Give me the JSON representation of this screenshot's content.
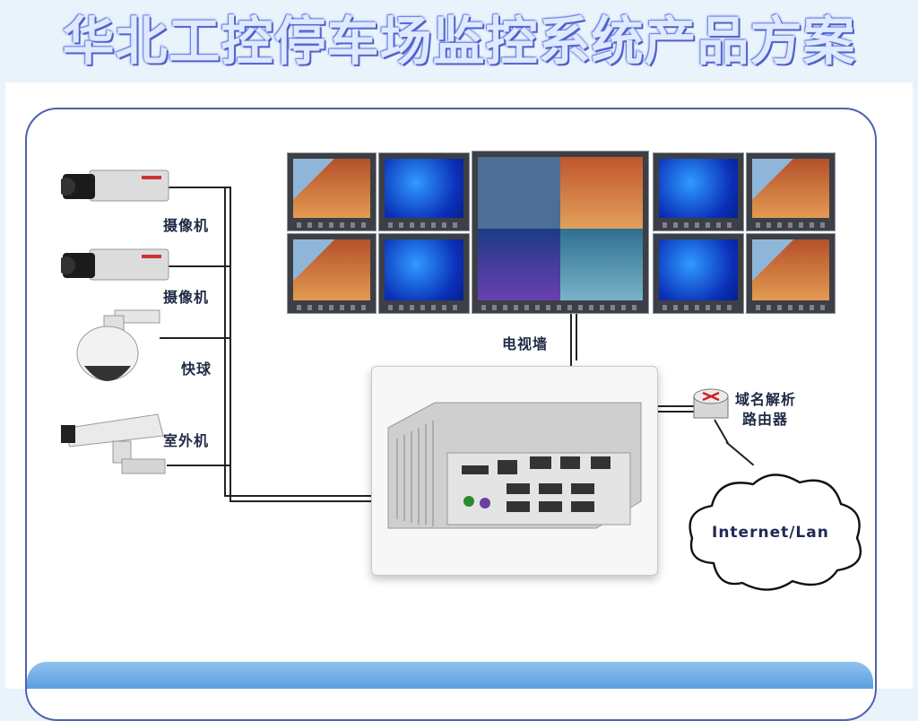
{
  "title": "华北工控停车场监控系统产品方案",
  "devices": {
    "camera1_label": "摄像机",
    "camera2_label": "摄像机",
    "dome_label": "快球",
    "outdoor_label": "室外机"
  },
  "tv_wall_label": "电视墙",
  "dns_label_line1": "域名解析",
  "dns_label_line2": "路由器",
  "network_label": "Internet/Lan",
  "colors": {
    "frame": "#4e63ad",
    "title_fill": "#dfe9ff",
    "title_outline": "#4b5ec6",
    "bottom_bar": "#5a9fe0"
  }
}
